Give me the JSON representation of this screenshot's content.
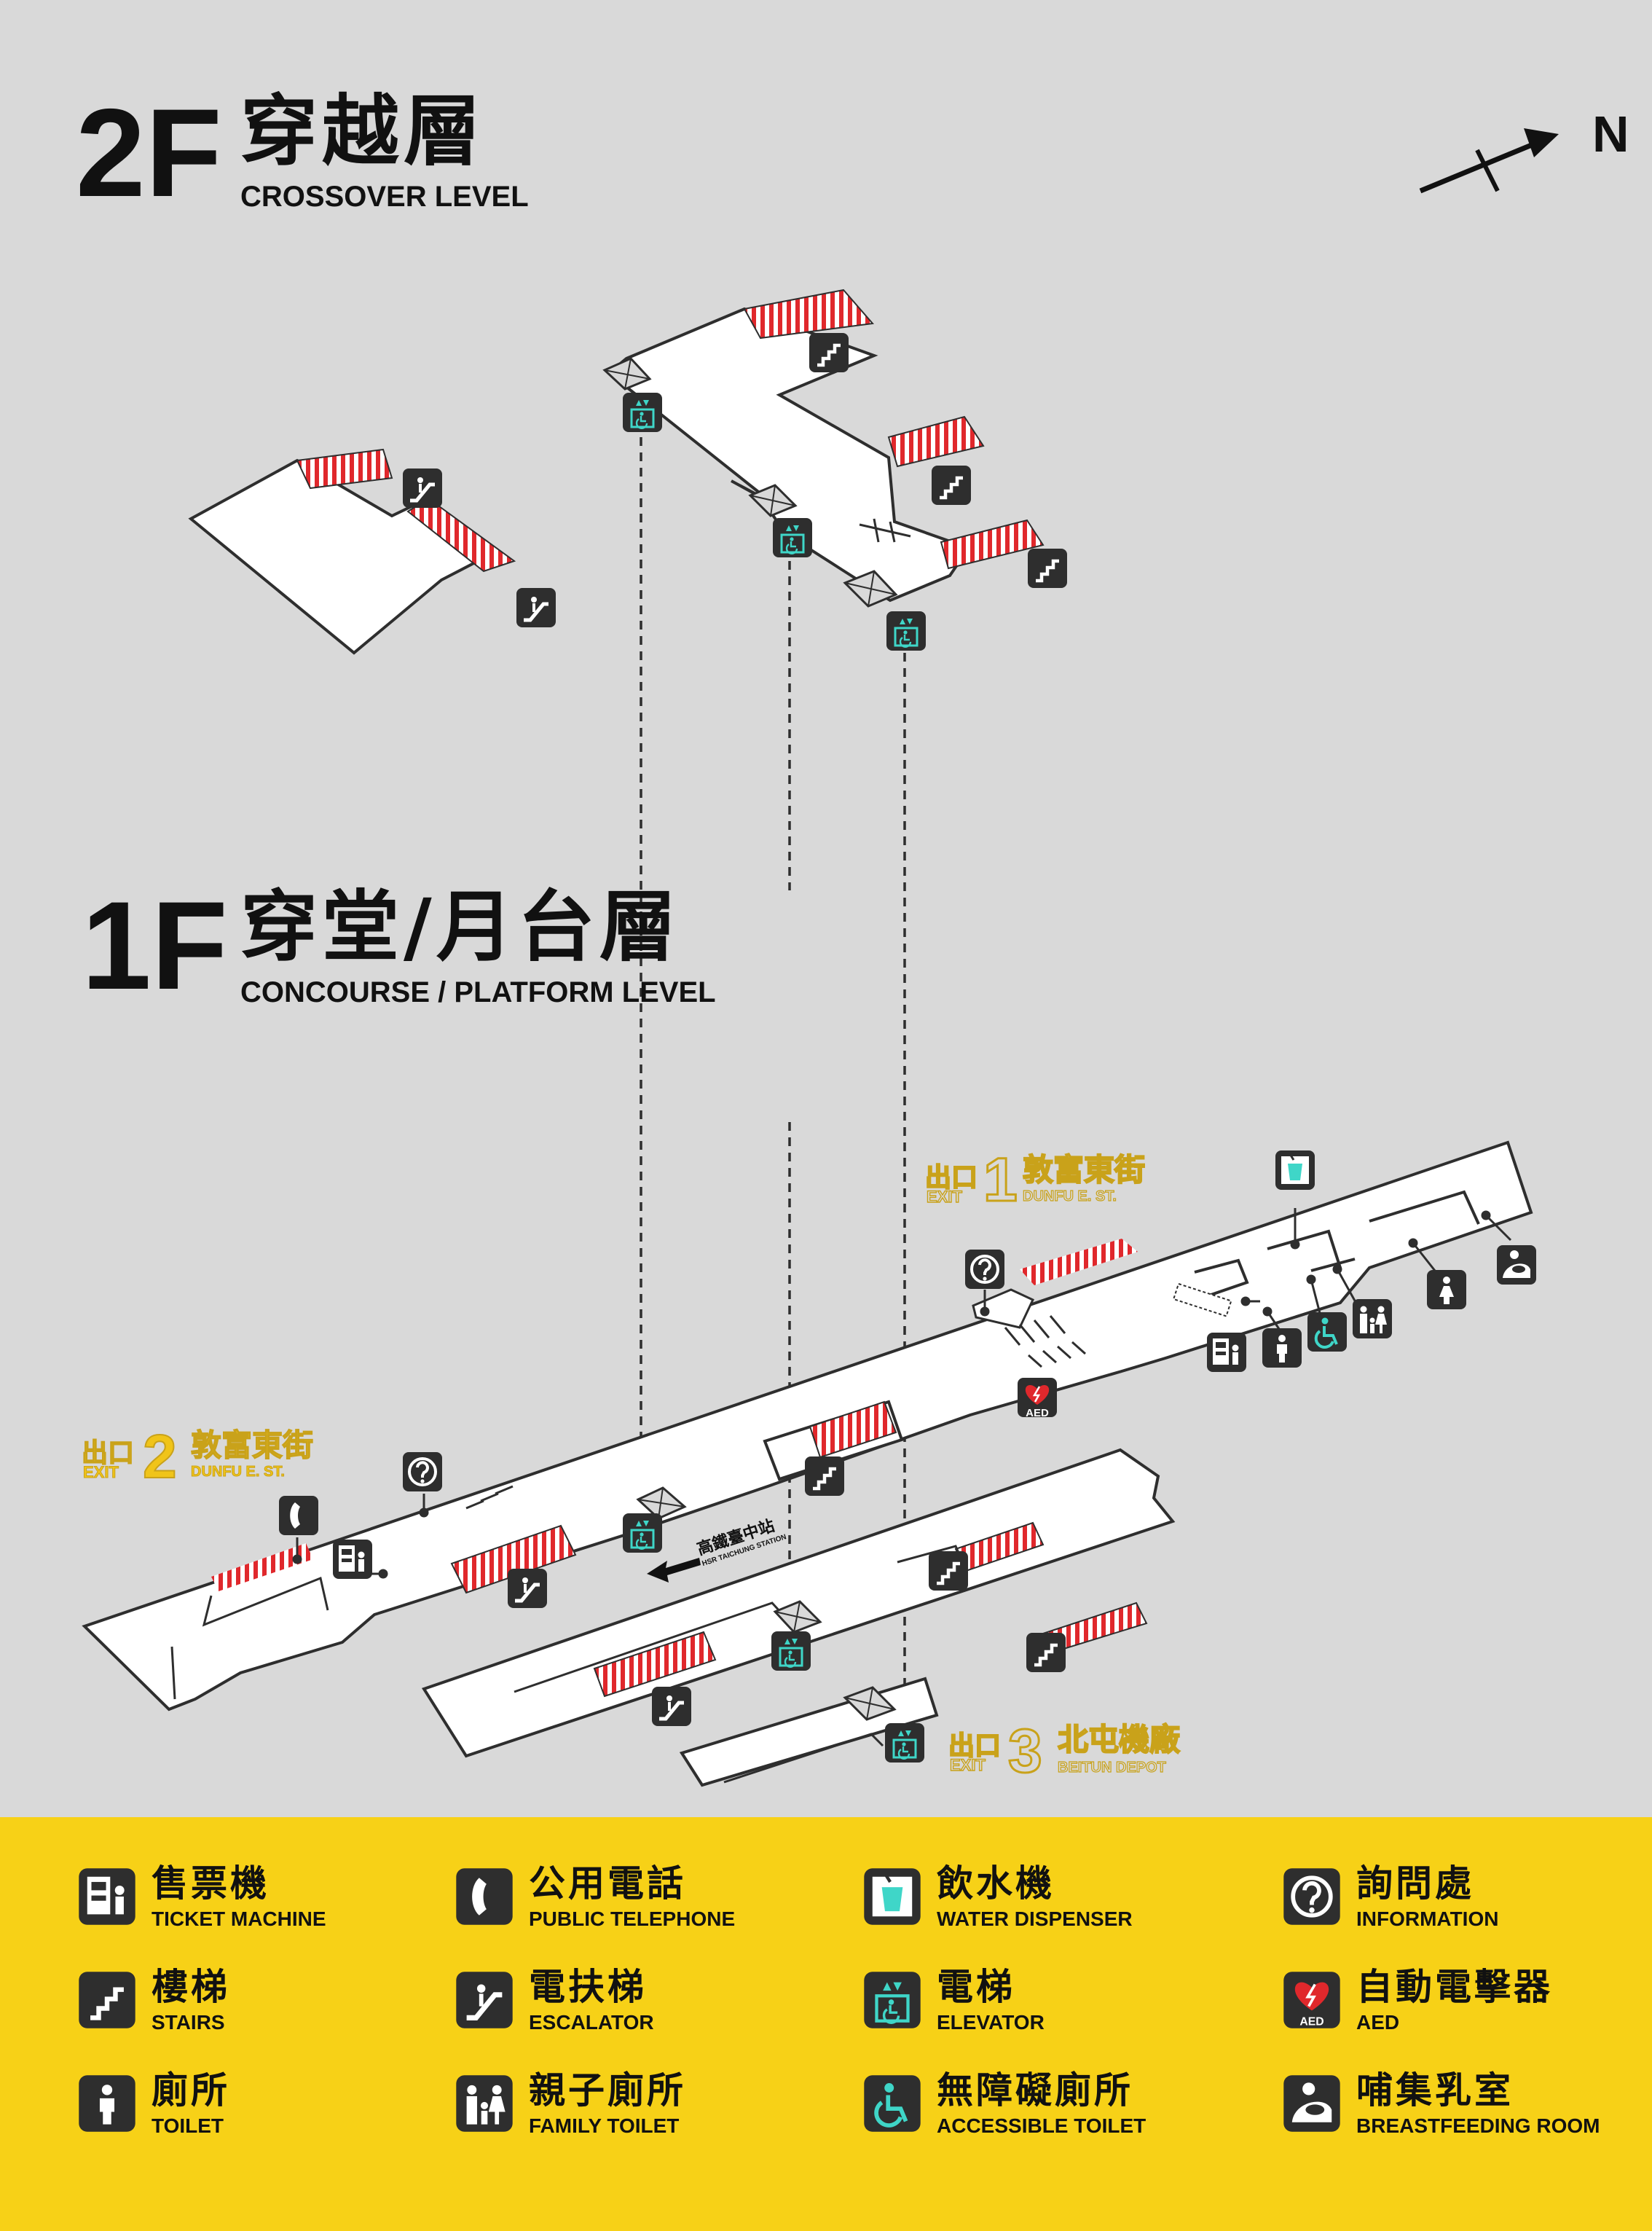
{
  "floors": {
    "upper": {
      "number": "2F",
      "name_zh": "穿越層",
      "name_en": "CROSSOVER LEVEL"
    },
    "lower": {
      "number": "1F",
      "name_zh": "穿堂/月台層",
      "name_en": "CONCOURSE / PLATFORM LEVEL"
    }
  },
  "compass": {
    "label": "N"
  },
  "exits": [
    {
      "prefix_zh": "出口",
      "prefix_en": "EXIT",
      "number": "1",
      "name_zh": "敦富東街",
      "name_en": "DUNFU E. ST."
    },
    {
      "prefix_zh": "出口",
      "prefix_en": "EXIT",
      "number": "2",
      "name_zh": "敦富東街",
      "name_en": "DUNFU E. ST."
    },
    {
      "prefix_zh": "出口",
      "prefix_en": "EXIT",
      "number": "3",
      "name_zh": "北屯機廠",
      "name_en": "BEITUN DEPOT"
    }
  ],
  "direction": {
    "label_zh": "高鐵臺中站",
    "label_en": "HSR TAICHUNG STATION"
  },
  "aed_label": "AED",
  "legend": [
    {
      "icon": "ticket-machine-icon",
      "zh": "售票機",
      "en": "TICKET MACHINE"
    },
    {
      "icon": "public-telephone-icon",
      "zh": "公用電話",
      "en": "PUBLIC TELEPHONE"
    },
    {
      "icon": "water-dispenser-icon",
      "zh": "飲水機",
      "en": "WATER DISPENSER"
    },
    {
      "icon": "information-icon",
      "zh": "詢問處",
      "en": "INFORMATION"
    },
    {
      "icon": "stairs-icon",
      "zh": "樓梯",
      "en": "STAIRS"
    },
    {
      "icon": "escalator-icon",
      "zh": "電扶梯",
      "en": "ESCALATOR"
    },
    {
      "icon": "elevator-icon",
      "zh": "電梯",
      "en": "ELEVATOR"
    },
    {
      "icon": "aed-icon",
      "zh": "自動電擊器",
      "en": "AED"
    },
    {
      "icon": "toilet-icon",
      "zh": "廁所",
      "en": "TOILET"
    },
    {
      "icon": "family-toilet-icon",
      "zh": "親子廁所",
      "en": "FAMILY TOILET"
    },
    {
      "icon": "accessible-toilet-icon",
      "zh": "無障礙廁所",
      "en": "ACCESSIBLE  TOILET"
    },
    {
      "icon": "breastfeeding-room-icon",
      "zh": "哺集乳室",
      "en": "BREASTFEEDING ROOM"
    }
  ],
  "colors": {
    "background": "#d9d9d9",
    "legend_band": "#f7d117",
    "stair_red": "#e0282c",
    "exit_gold": "#c9a21a",
    "elevator_teal": "#3fd6c8",
    "icon_dark": "#2e2e2e"
  }
}
